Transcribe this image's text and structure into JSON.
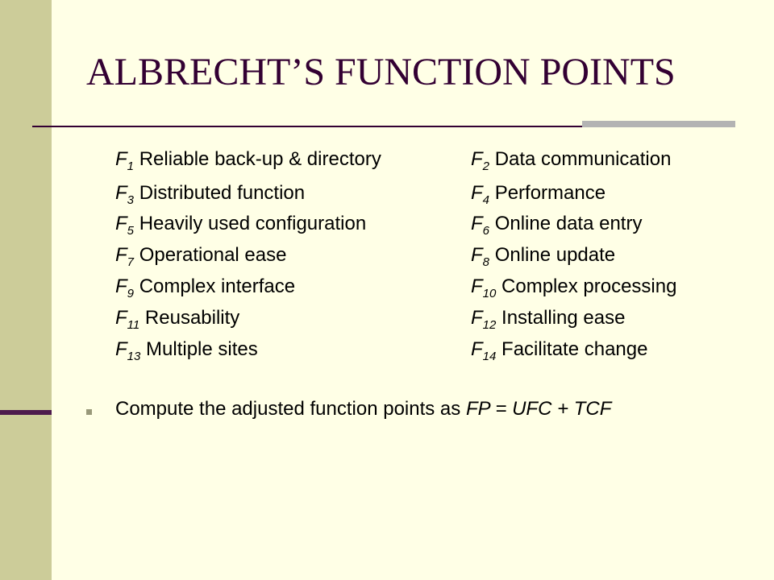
{
  "slide": {
    "title": "ALBRECHT’S FUNCTION POINTS",
    "factors": [
      {
        "sym": "F",
        "sub": "1",
        "label": "Reliable back-up & directory"
      },
      {
        "sym": "F",
        "sub": "2",
        "label": "Data communication"
      },
      {
        "sym": "F",
        "sub": "3",
        "label": "Distributed function"
      },
      {
        "sym": "F",
        "sub": "4",
        "label": "Performance"
      },
      {
        "sym": "F",
        "sub": "5",
        "label": "Heavily used configuration"
      },
      {
        "sym": "F",
        "sub": "6",
        "label": "Online data entry"
      },
      {
        "sym": "F",
        "sub": "7",
        "label": "Operational ease"
      },
      {
        "sym": "F",
        "sub": "8",
        "label": "Online update"
      },
      {
        "sym": "F",
        "sub": "9",
        "label": "Complex interface"
      },
      {
        "sym": "F",
        "sub": "10",
        "label": "Complex processing"
      },
      {
        "sym": "F",
        "sub": "11",
        "label": "Reusability"
      },
      {
        "sym": "F",
        "sub": "12",
        "label": "Installing ease"
      },
      {
        "sym": "F",
        "sub": "13",
        "label": "Multiple sites"
      },
      {
        "sym": "F",
        "sub": "14",
        "label": "Facilitate change"
      }
    ],
    "bullet": {
      "text": "Compute the adjusted function points as ",
      "formula": "FP = UFC + TCF"
    }
  },
  "colors": {
    "background": "#ffffe6",
    "sidebar": "#cccc99",
    "title": "#330033",
    "accent": "#4d1a4d"
  }
}
